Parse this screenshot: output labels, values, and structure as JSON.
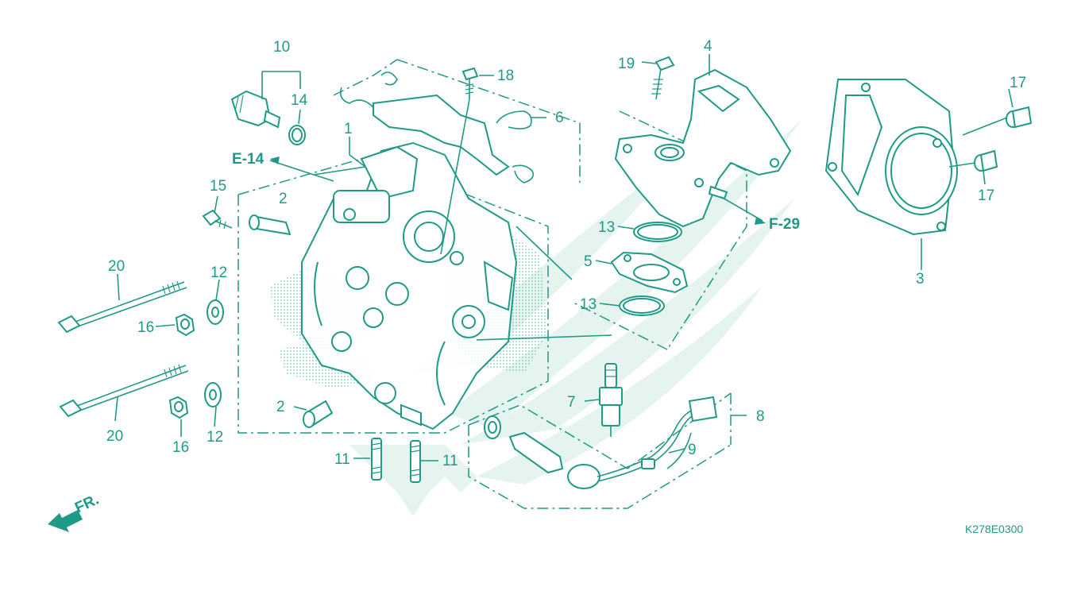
{
  "callouts": {
    "c1": "1",
    "c2a": "2",
    "c2b": "2",
    "c3": "3",
    "c4": "4",
    "c5": "5",
    "c6": "6",
    "c7": "7",
    "c8": "8",
    "c9": "9",
    "c10": "10",
    "c11a": "11",
    "c11b": "11",
    "c12a": "12",
    "c12b": "12",
    "c13a": "13",
    "c13b": "13",
    "c14": "14",
    "c15": "15",
    "c16a": "16",
    "c16b": "16",
    "c17a": "17",
    "c17b": "17",
    "c18": "18",
    "c19": "19",
    "c20a": "20",
    "c20b": "20"
  },
  "refs": {
    "e14": "E-14",
    "f29": "F-29"
  },
  "front_marker": "FR.",
  "drawing_code": "K278E0300",
  "colors": {
    "line": "#1f9a86",
    "watermark": "#e6f4ef"
  }
}
